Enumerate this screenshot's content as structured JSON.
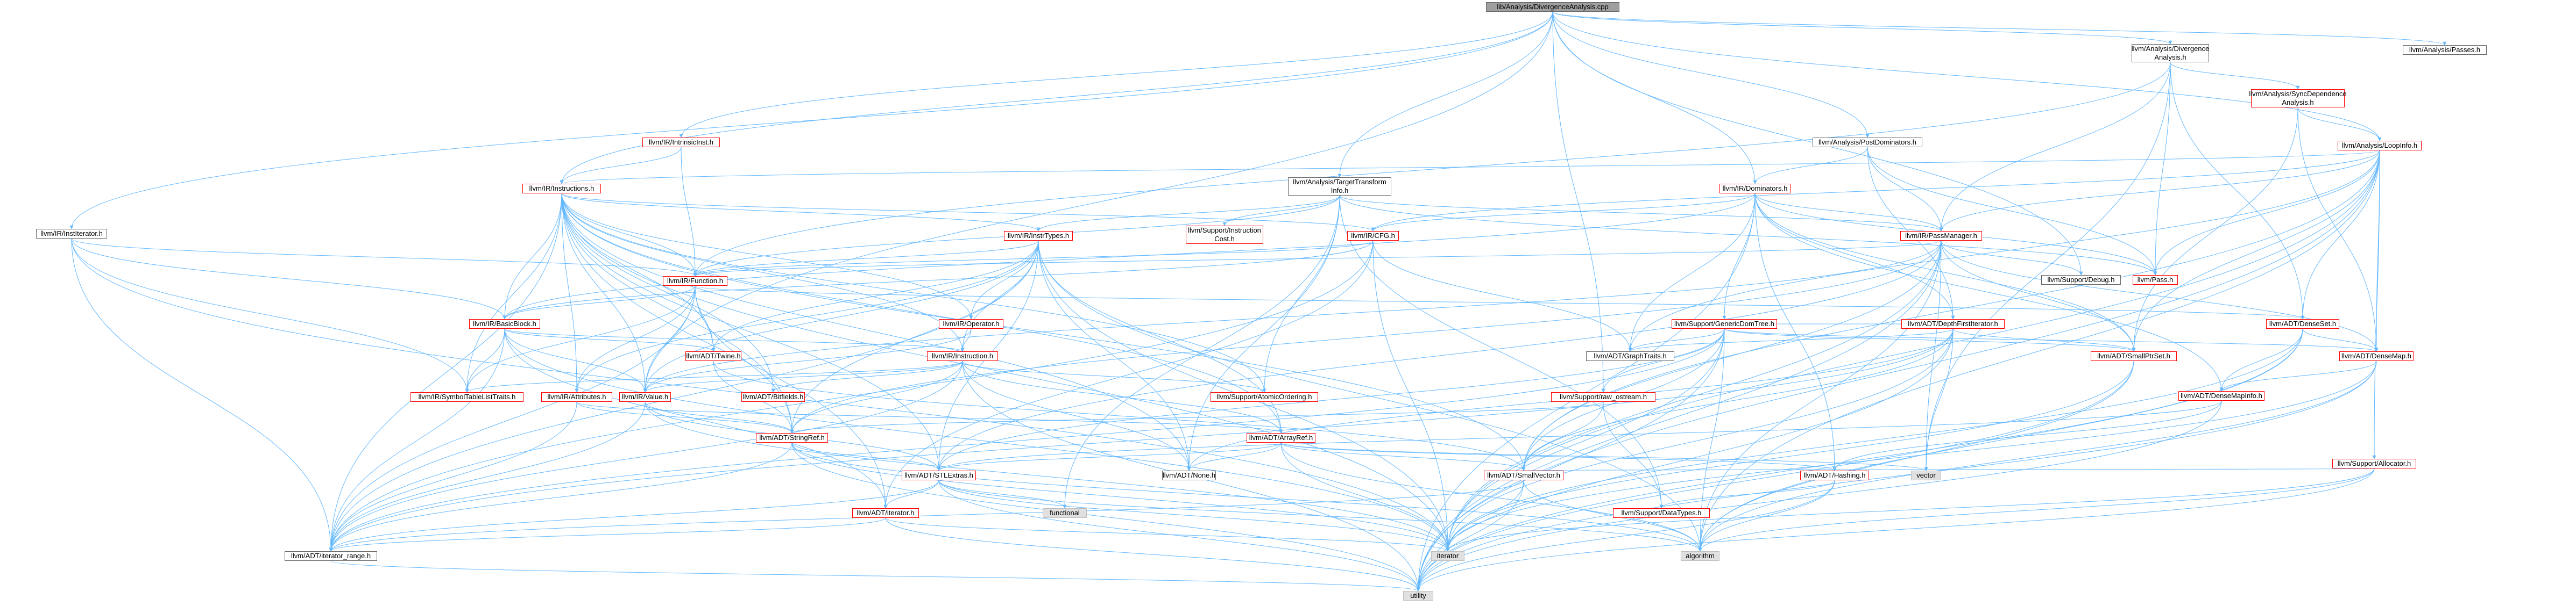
{
  "colors": {
    "edge": "#63b8ff",
    "arrow": "#63b8ff",
    "border_default": "#666666",
    "border_incomplete": "#ff0000",
    "system_fill": "#e0e0e0",
    "root_fill": "#9f9f9f"
  },
  "nodes": {
    "root": {
      "label": [
        "lib/Analysis/DivergenceAnalysis.cpp"
      ],
      "style": "root"
    },
    "ir_institerator": {
      "label": [
        "llvm/IR/InstIterator.h"
      ],
      "style": "default"
    },
    "ir_intrinsicinst": {
      "label": [
        "llvm/IR/IntrinsicInst.h"
      ],
      "style": "red"
    },
    "ir_instructions": {
      "label": [
        "llvm/IR/Instructions.h"
      ],
      "style": "red"
    },
    "analysis_tti": {
      "label": [
        "llvm/Analysis/TargetTransform",
        "Info.h"
      ],
      "style": "default"
    },
    "analysis_postdom": {
      "label": [
        "llvm/Analysis/PostDominators.h"
      ],
      "style": "default"
    },
    "analysis_divergence": {
      "label": [
        "llvm/Analysis/Divergence",
        "Analysis.h"
      ],
      "style": "default"
    },
    "analysis_syncdep": {
      "label": [
        "llvm/Analysis/SyncDependence",
        "Analysis.h"
      ],
      "style": "red"
    },
    "analysis_passes": {
      "label": [
        "llvm/Analysis/Passes.h"
      ],
      "style": "default"
    },
    "analysis_loopinfo": {
      "label": [
        "llvm/Analysis/LoopInfo.h"
      ],
      "style": "red"
    },
    "ir_dominators": {
      "label": [
        "llvm/IR/Dominators.h"
      ],
      "style": "red"
    },
    "support_instcost": {
      "label": [
        "llvm/Support/Instruction",
        "Cost.h"
      ],
      "style": "red"
    },
    "ir_insttypes": {
      "label": [
        "llvm/IR/InstrTypes.h"
      ],
      "style": "red"
    },
    "ir_cfg": {
      "label": [
        "llvm/IR/CFG.h"
      ],
      "style": "red"
    },
    "ir_passmanager": {
      "label": [
        "llvm/IR/PassManager.h"
      ],
      "style": "red"
    },
    "pass": {
      "label": [
        "llvm/Pass.h"
      ],
      "style": "red"
    },
    "ir_function": {
      "label": [
        "llvm/IR/Function.h"
      ],
      "style": "red"
    },
    "support_debug": {
      "label": [
        "llvm/Support/Debug.h"
      ],
      "style": "default"
    },
    "ir_operator": {
      "label": [
        "llvm/IR/Operator.h"
      ],
      "style": "red"
    },
    "support_gdt": {
      "label": [
        "llvm/Support/GenericDomTree.h"
      ],
      "style": "red"
    },
    "adt_dfiterator": {
      "label": [
        "llvm/ADT/DepthFirstIterator.h"
      ],
      "style": "red"
    },
    "adt_denseset": {
      "label": [
        "llvm/ADT/DenseSet.h"
      ],
      "style": "red"
    },
    "ir_basicblock": {
      "label": [
        "llvm/IR/BasicBlock.h"
      ],
      "style": "red"
    },
    "adt_twine": {
      "label": [
        "llvm/ADT/Twine.h"
      ],
      "style": "red"
    },
    "ir_instruction": {
      "label": [
        "llvm/IR/Instruction.h"
      ],
      "style": "red"
    },
    "adt_graphtraits": {
      "label": [
        "llvm/ADT/GraphTraits.h"
      ],
      "style": "default"
    },
    "adt_smallptrset": {
      "label": [
        "llvm/ADT/SmallPtrSet.h"
      ],
      "style": "red"
    },
    "adt_densemap": {
      "label": [
        "llvm/ADT/DenseMap.h"
      ],
      "style": "red"
    },
    "ir_symboltable": {
      "label": [
        "llvm/IR/SymbolTableListTraits.h"
      ],
      "style": "red"
    },
    "ir_attributes": {
      "label": [
        "llvm/IR/Attributes.h"
      ],
      "style": "red"
    },
    "ir_value": {
      "label": [
        "llvm/IR/Value.h"
      ],
      "style": "red"
    },
    "adt_bitfields": {
      "label": [
        "llvm/ADT/Bitfields.h"
      ],
      "style": "red"
    },
    "support_atomic": {
      "label": [
        "llvm/Support/AtomicOrdering.h"
      ],
      "style": "red"
    },
    "support_rawostream": {
      "label": [
        "llvm/Support/raw_ostream.h"
      ],
      "style": "red"
    },
    "adt_densemapinfo": {
      "label": [
        "llvm/ADT/DenseMapInfo.h"
      ],
      "style": "red"
    },
    "adt_stringref": {
      "label": [
        "llvm/ADT/StringRef.h"
      ],
      "style": "red"
    },
    "adt_arrayref": {
      "label": [
        "llvm/ADT/ArrayRef.h"
      ],
      "style": "red"
    },
    "support_allocator": {
      "label": [
        "llvm/Support/Allocator.h"
      ],
      "style": "red"
    },
    "adt_none": {
      "label": [
        "llvm/ADT/None.h"
      ],
      "style": "default"
    },
    "vector": {
      "label": [
        "vector"
      ],
      "style": "grey"
    },
    "adt_stlextras": {
      "label": [
        "llvm/ADT/STLExtras.h"
      ],
      "style": "red"
    },
    "adt_smallvector": {
      "label": [
        "llvm/ADT/SmallVector.h"
      ],
      "style": "red"
    },
    "adt_hashing": {
      "label": [
        "llvm/ADT/Hashing.h"
      ],
      "style": "red"
    },
    "adt_iterator": {
      "label": [
        "llvm/ADT/iterator.h"
      ],
      "style": "red"
    },
    "functional": {
      "label": [
        "functional"
      ],
      "style": "grey"
    },
    "support_datatypes": {
      "label": [
        "llvm/Support/DataTypes.h"
      ],
      "style": "red"
    },
    "adt_iterator_range": {
      "label": [
        "llvm/ADT/iterator_range.h"
      ],
      "style": "default"
    },
    "iterator": {
      "label": [
        "iterator"
      ],
      "style": "grey"
    },
    "algorithm": {
      "label": [
        "algorithm"
      ],
      "style": "grey"
    },
    "utility": {
      "label": [
        "utility"
      ],
      "style": "grey"
    }
  },
  "edges": [
    [
      "root",
      "ir_institerator"
    ],
    [
      "root",
      "ir_intrinsicinst"
    ],
    [
      "root",
      "ir_instructions"
    ],
    [
      "root",
      "analysis_tti"
    ],
    [
      "root",
      "analysis_postdom"
    ],
    [
      "root",
      "analysis_divergence"
    ],
    [
      "root",
      "analysis_passes"
    ],
    [
      "root",
      "analysis_loopinfo"
    ],
    [
      "root",
      "ir_dominators"
    ],
    [
      "root",
      "ir_value"
    ],
    [
      "root",
      "support_debug"
    ],
    [
      "root",
      "support_rawostream"
    ],
    [
      "ir_institerator",
      "ir_basicblock"
    ],
    [
      "ir_institerator",
      "ir_function"
    ],
    [
      "ir_institerator",
      "ir_symboltable"
    ],
    [
      "ir_institerator",
      "adt_iterator_range"
    ],
    [
      "ir_institerator",
      "iterator"
    ],
    [
      "ir_intrinsicinst",
      "ir_function"
    ],
    [
      "ir_intrinsicinst",
      "ir_instructions"
    ],
    [
      "ir_instructions",
      "ir_insttypes"
    ],
    [
      "ir_instructions",
      "ir_cfg"
    ],
    [
      "ir_instructions",
      "ir_function"
    ],
    [
      "ir_instructions",
      "ir_instruction"
    ],
    [
      "ir_instructions",
      "ir_operator"
    ],
    [
      "ir_instructions",
      "ir_basicblock"
    ],
    [
      "ir_instructions",
      "adt_twine"
    ],
    [
      "ir_instructions",
      "ir_attributes"
    ],
    [
      "ir_instructions",
      "ir_value"
    ],
    [
      "ir_instructions",
      "adt_bitfields"
    ],
    [
      "ir_instructions",
      "support_atomic"
    ],
    [
      "ir_instructions",
      "adt_stringref"
    ],
    [
      "ir_instructions",
      "adt_arrayref"
    ],
    [
      "ir_instructions",
      "adt_none"
    ],
    [
      "ir_instructions",
      "adt_stlextras"
    ],
    [
      "ir_instructions",
      "adt_smallvector"
    ],
    [
      "ir_instructions",
      "adt_iterator"
    ],
    [
      "ir_instructions",
      "adt_iterator_range"
    ],
    [
      "ir_instructions",
      "iterator"
    ],
    [
      "ir_instructions",
      "ir_symboltable"
    ],
    [
      "analysis_tti",
      "ir_passmanager"
    ],
    [
      "analysis_tti",
      "support_instcost"
    ],
    [
      "analysis_tti",
      "ir_insttypes"
    ],
    [
      "analysis_tti",
      "ir_function"
    ],
    [
      "analysis_tti",
      "pass"
    ],
    [
      "analysis_tti",
      "support_atomic"
    ],
    [
      "analysis_tti",
      "functional"
    ],
    [
      "analysis_tti",
      "adt_none"
    ],
    [
      "analysis_tti",
      "support_datatypes"
    ],
    [
      "analysis_postdom",
      "ir_dominators"
    ],
    [
      "analysis_postdom",
      "ir_passmanager"
    ],
    [
      "analysis_postdom",
      "pass"
    ],
    [
      "analysis_postdom",
      "adt_dfiterator"
    ],
    [
      "analysis_divergence",
      "analysis_syncdep"
    ],
    [
      "analysis_divergence",
      "adt_denseset"
    ],
    [
      "analysis_divergence",
      "ir_function"
    ],
    [
      "analysis_divergence",
      "ir_passmanager"
    ],
    [
      "analysis_divergence",
      "pass"
    ],
    [
      "analysis_divergence",
      "vector"
    ],
    [
      "analysis_syncdep",
      "adt_densemap"
    ],
    [
      "analysis_syncdep",
      "adt_smallptrset"
    ],
    [
      "analysis_syncdep",
      "analysis_loopinfo"
    ],
    [
      "analysis_loopinfo",
      "adt_densemap"
    ],
    [
      "analysis_loopinfo",
      "adt_denseset"
    ],
    [
      "analysis_loopinfo",
      "adt_graphtraits"
    ],
    [
      "analysis_loopinfo",
      "adt_smallptrset"
    ],
    [
      "analysis_loopinfo",
      "adt_smallvector"
    ],
    [
      "analysis_loopinfo",
      "ir_cfg"
    ],
    [
      "analysis_loopinfo",
      "ir_instructions"
    ],
    [
      "analysis_loopinfo",
      "ir_passmanager"
    ],
    [
      "analysis_loopinfo",
      "pass"
    ],
    [
      "analysis_loopinfo",
      "support_allocator"
    ],
    [
      "analysis_loopinfo",
      "algorithm"
    ],
    [
      "analysis_loopinfo",
      "utility"
    ],
    [
      "analysis_loopinfo",
      "iterator"
    ],
    [
      "ir_dominators",
      "adt_densemapinfo"
    ],
    [
      "ir_dominators",
      "adt_dfiterator"
    ],
    [
      "ir_dominators",
      "adt_graphtraits"
    ],
    [
      "ir_dominators",
      "adt_hashing"
    ],
    [
      "ir_dominators",
      "ir_basicblock"
    ],
    [
      "ir_dominators",
      "ir_cfg"
    ],
    [
      "ir_dominators",
      "ir_passmanager"
    ],
    [
      "ir_dominators",
      "support_gdt"
    ],
    [
      "ir_dominators",
      "pass"
    ],
    [
      "ir_dominators",
      "utility"
    ],
    [
      "ir_dominators",
      "adt_smallptrset"
    ],
    [
      "ir_insttypes",
      "ir_instruction"
    ],
    [
      "ir_insttypes",
      "ir_operator"
    ],
    [
      "ir_insttypes",
      "adt_arrayref"
    ],
    [
      "ir_insttypes",
      "adt_none"
    ],
    [
      "ir_insttypes",
      "adt_stlextras"
    ],
    [
      "ir_insttypes",
      "adt_stringref"
    ],
    [
      "ir_insttypes",
      "adt_twine"
    ],
    [
      "ir_insttypes",
      "adt_iterator_range"
    ],
    [
      "ir_insttypes",
      "ir_attributes"
    ],
    [
      "ir_insttypes",
      "ir_value"
    ],
    [
      "ir_insttypes",
      "algorithm"
    ],
    [
      "ir_insttypes",
      "iterator"
    ],
    [
      "ir_insttypes",
      "ir_function"
    ],
    [
      "ir_cfg",
      "adt_graphtraits"
    ],
    [
      "ir_cfg",
      "adt_iterator"
    ],
    [
      "ir_cfg",
      "adt_iterator_range"
    ],
    [
      "ir_cfg",
      "ir_basicblock"
    ],
    [
      "ir_cfg",
      "ir_function"
    ],
    [
      "ir_cfg",
      "iterator"
    ],
    [
      "ir_passmanager",
      "adt_densemap"
    ],
    [
      "ir_passmanager",
      "adt_smallptrset"
    ],
    [
      "ir_passmanager",
      "adt_stringref"
    ],
    [
      "ir_passmanager",
      "adt_smallvector"
    ],
    [
      "ir_passmanager",
      "adt_stlextras"
    ],
    [
      "ir_passmanager",
      "ir_function"
    ],
    [
      "ir_passmanager",
      "ir_value"
    ],
    [
      "ir_passmanager",
      "support_debug"
    ],
    [
      "ir_passmanager",
      "adt_tinyptrvector"
    ],
    [
      "ir_passmanager",
      "vector"
    ],
    [
      "ir_passmanager",
      "iterator"
    ],
    [
      "ir_passmanager",
      "utility"
    ],
    [
      "ir_passmanager",
      "algorithm"
    ],
    [
      "ir_function",
      "ir_basicblock"
    ],
    [
      "ir_function",
      "adt_twine"
    ],
    [
      "ir_function",
      "ir_attributes"
    ],
    [
      "ir_function",
      "ir_symboltable"
    ],
    [
      "ir_function",
      "ir_value"
    ],
    [
      "ir_function",
      "adt_denseset"
    ],
    [
      "ir_function",
      "adt_stringref"
    ],
    [
      "ir_function",
      "adt_iterator_range"
    ],
    [
      "ir_operator",
      "ir_instruction"
    ],
    [
      "ir_operator",
      "ir_value"
    ],
    [
      "support_gdt",
      "adt_dfiterator"
    ],
    [
      "support_gdt",
      "adt_graphtraits"
    ],
    [
      "support_gdt",
      "adt_smallptrset"
    ],
    [
      "support_gdt",
      "adt_smallvector"
    ],
    [
      "support_gdt",
      "adt_stlextras"
    ],
    [
      "support_gdt",
      "support_rawostream"
    ],
    [
      "support_gdt",
      "adt_densemap"
    ],
    [
      "support_gdt",
      "algorithm"
    ],
    [
      "support_gdt",
      "utility"
    ],
    [
      "support_gdt",
      "adt_iterator_range"
    ],
    [
      "support_gdt",
      "iterator"
    ],
    [
      "adt_dfiterator",
      "adt_graphtraits"
    ],
    [
      "adt_dfiterator",
      "adt_none"
    ],
    [
      "adt_dfiterator",
      "adt_smallptrset"
    ],
    [
      "adt_dfiterator",
      "adt_smallvector"
    ],
    [
      "adt_dfiterator",
      "adt_iterator_range"
    ],
    [
      "adt_dfiterator",
      "iterator"
    ],
    [
      "adt_dfiterator",
      "vector"
    ],
    [
      "adt_dfiterator",
      "utility"
    ],
    [
      "adt_denseset",
      "adt_densemap"
    ],
    [
      "adt_denseset",
      "adt_densemapinfo"
    ],
    [
      "adt_denseset",
      "algorithm"
    ],
    [
      "adt_denseset",
      "iterator"
    ],
    [
      "adt_denseset",
      "utility"
    ],
    [
      "ir_basicblock",
      "ir_instruction"
    ],
    [
      "ir_basicblock",
      "ir_symboltable"
    ],
    [
      "ir_basicblock",
      "ir_value"
    ],
    [
      "ir_basicblock",
      "adt_twine"
    ],
    [
      "ir_basicblock",
      "adt_iterator"
    ],
    [
      "ir_basicblock",
      "adt_iterator_range"
    ],
    [
      "ir_basicblock",
      "iterator"
    ],
    [
      "adt_twine",
      "adt_stringref"
    ],
    [
      "adt_twine",
      "adt_smallvector"
    ],
    [
      "ir_instruction",
      "ir_value"
    ],
    [
      "ir_instruction",
      "ir_symboltable"
    ],
    [
      "ir_instruction",
      "adt_bitfields"
    ],
    [
      "ir_instruction",
      "support_atomic"
    ],
    [
      "ir_instruction",
      "adt_arrayref"
    ],
    [
      "ir_instruction",
      "adt_none"
    ],
    [
      "ir_instruction",
      "adt_stringref"
    ],
    [
      "ir_instruction",
      "adt_iterator_range"
    ],
    [
      "ir_instruction",
      "utility"
    ],
    [
      "adt_smallptrset",
      "algorithm"
    ],
    [
      "adt_smallptrset",
      "iterator"
    ],
    [
      "adt_smallptrset",
      "utility"
    ],
    [
      "adt_densemap",
      "adt_densemapinfo"
    ],
    [
      "adt_densemap",
      "algorithm"
    ],
    [
      "adt_densemap",
      "iterator"
    ],
    [
      "adt_densemap",
      "utility"
    ],
    [
      "ir_attributes",
      "adt_arrayref"
    ],
    [
      "ir_attributes",
      "adt_stringref"
    ],
    [
      "ir_attributes",
      "adt_iterator_range"
    ],
    [
      "ir_value",
      "adt_stringref"
    ],
    [
      "ir_value",
      "adt_iterator_range"
    ],
    [
      "ir_value",
      "iterator"
    ],
    [
      "ir_value",
      "adt_stlextras"
    ],
    [
      "support_rawostream",
      "adt_stringref"
    ],
    [
      "support_rawostream",
      "support_datatypes"
    ],
    [
      "support_rawostream",
      "adt_smallvector"
    ],
    [
      "adt_densemapinfo",
      "adt_hashing"
    ],
    [
      "adt_densemapinfo",
      "adt_stlextras"
    ],
    [
      "adt_densemapinfo",
      "utility"
    ],
    [
      "adt_stringref",
      "adt_stlextras"
    ],
    [
      "adt_stringref",
      "adt_iterator_range"
    ],
    [
      "adt_stringref",
      "algorithm"
    ],
    [
      "adt_stringref",
      "utility"
    ],
    [
      "adt_stringref",
      "iterator"
    ],
    [
      "adt_arrayref",
      "adt_hashing"
    ],
    [
      "adt_arrayref",
      "adt_none"
    ],
    [
      "adt_arrayref",
      "adt_smallvector"
    ],
    [
      "adt_arrayref",
      "adt_stlextras"
    ],
    [
      "adt_arrayref",
      "vector"
    ],
    [
      "adt_arrayref",
      "iterator"
    ],
    [
      "adt_arrayref",
      "algorithm"
    ],
    [
      "support_allocator",
      "adt_smallvector"
    ],
    [
      "support_allocator",
      "algorithm"
    ],
    [
      "support_allocator",
      "iterator"
    ],
    [
      "support_allocator",
      "utility"
    ],
    [
      "adt_stlextras",
      "adt_iterator"
    ],
    [
      "adt_stlextras",
      "adt_iterator_range"
    ],
    [
      "adt_stlextras",
      "functional"
    ],
    [
      "adt_stlextras",
      "iterator"
    ],
    [
      "adt_stlextras",
      "algorithm"
    ],
    [
      "adt_stlextras",
      "utility"
    ],
    [
      "adt_smallvector",
      "algorithm"
    ],
    [
      "adt_smallvector",
      "iterator"
    ],
    [
      "adt_smallvector",
      "utility"
    ],
    [
      "adt_smallvector",
      "adt_iterator_range"
    ],
    [
      "adt_hashing",
      "support_datatypes"
    ],
    [
      "adt_hashing",
      "algorithm"
    ],
    [
      "adt_hashing",
      "utility"
    ],
    [
      "adt_iterator",
      "adt_iterator_range"
    ],
    [
      "adt_iterator",
      "iterator"
    ],
    [
      "adt_iterator",
      "utility"
    ],
    [
      "adt_iterator_range",
      "utility"
    ]
  ]
}
